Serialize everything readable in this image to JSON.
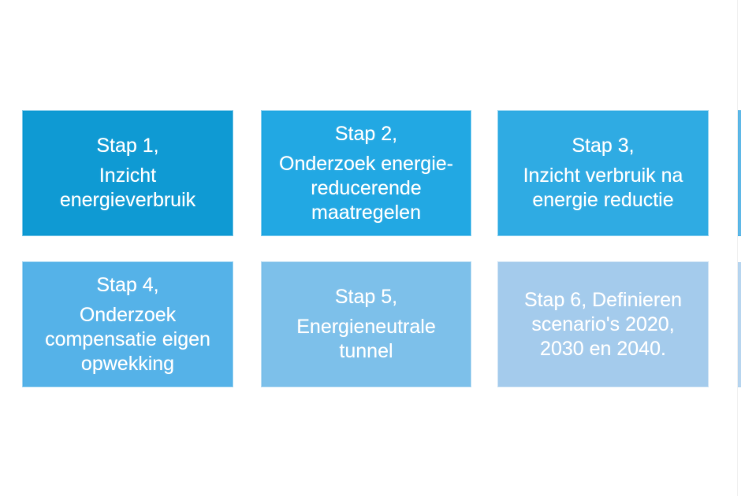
{
  "diagram": {
    "text_color": "#FFFFFF",
    "background": "#FFFFFF",
    "steps": [
      {
        "title": "Stap 1,",
        "body": "Inzicht\nenergieverbruik",
        "color": "#0F9AD3"
      },
      {
        "title": "Stap 2,",
        "body": "Onderzoek energie-\nreducerende\nmaatregelen",
        "color": "#22A8E3"
      },
      {
        "title": "Stap 3,",
        "body": "Inzicht verbruik na\nenergie reductie",
        "color": "#2FABE3"
      },
      {
        "title": "Stap 4,",
        "body": "Onderzoek\ncompensatie eigen\nopwekking",
        "color": "#55B2E8"
      },
      {
        "title": "Stap 5,",
        "body": "Energieneutrale\ntunnel",
        "color": "#7DC0EA"
      },
      {
        "title": "",
        "body": "Stap 6, Definieren\nscenario's 2020,\n2030 en 2040.",
        "color": "#A4CBEC"
      }
    ],
    "edge_slivers": [
      {
        "row": 1,
        "color": "#5FB8E7"
      },
      {
        "row": 2,
        "color": "#B7D5EF"
      }
    ]
  }
}
